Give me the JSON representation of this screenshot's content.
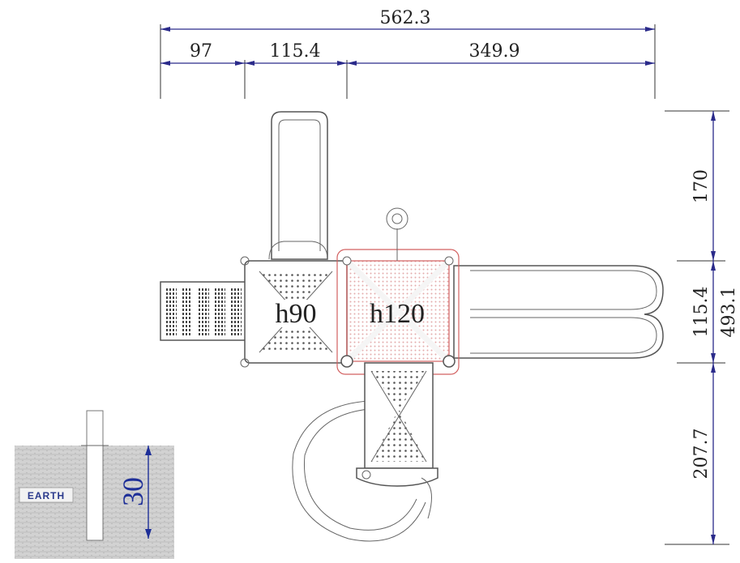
{
  "dimensions": {
    "top_overall": "562.3",
    "top_seg1": "97",
    "top_seg2": "115.4",
    "top_seg3": "349.9",
    "right_seg1": "170",
    "right_seg2": "115.4",
    "right_overall": "493.1",
    "right_seg3": "207.7"
  },
  "platforms": {
    "left_height": "h90",
    "center_height": "h120"
  },
  "inset": {
    "ground_label": "EARTH",
    "depth": "30"
  },
  "colors": {
    "dimension_line": "#2a2a8a",
    "center_deck_accent": "#d26060",
    "ground_fill": "#cfcfcf",
    "depth_label": "#1e2f98"
  }
}
